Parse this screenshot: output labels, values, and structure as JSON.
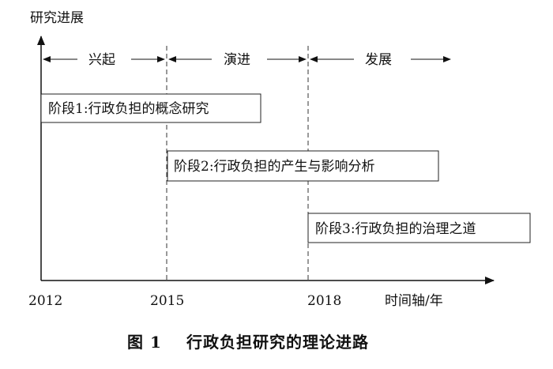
{
  "diagram": {
    "y_axis_label": "研究进展",
    "x_axis_label": "时间轴/年",
    "years": [
      "2012",
      "2015",
      "2018"
    ],
    "periods": [
      "兴起",
      "演进",
      "发展"
    ],
    "stages": [
      "阶段1:行政负担的概念研究",
      "阶段2:行政负担的产生与影响分析",
      "阶段3:行政负担的治理之道"
    ]
  },
  "caption": {
    "figure_label": "图 1",
    "title": "行政负担研究的理论进路"
  }
}
